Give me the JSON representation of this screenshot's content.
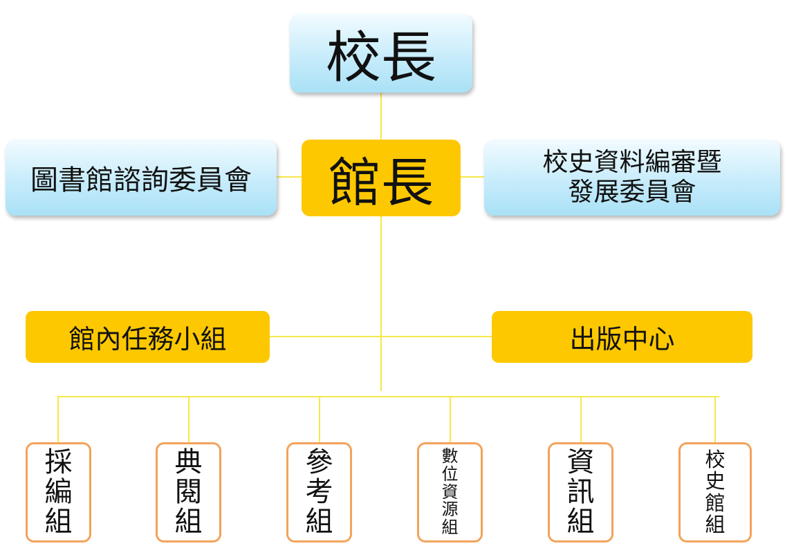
{
  "top": {
    "label": "校長"
  },
  "director": {
    "label": "館長"
  },
  "left_committee": {
    "label": "圖書館諮詢委員會"
  },
  "right_committee": {
    "line1": "校史資料編審暨",
    "line2": "發展委員會"
  },
  "task_force": {
    "label": "館內任務小組"
  },
  "publishing": {
    "label": "出版中心"
  },
  "units": [
    {
      "chars": [
        "採",
        "編",
        "組"
      ]
    },
    {
      "chars": [
        "典",
        "閱",
        "組"
      ]
    },
    {
      "chars": [
        "參",
        "考",
        "組"
      ]
    },
    {
      "chars": [
        "數",
        "位",
        "資",
        "源",
        "組"
      ]
    },
    {
      "chars": [
        "資",
        "訊",
        "組"
      ]
    },
    {
      "chars": [
        "校",
        "史",
        "館",
        "組"
      ]
    }
  ],
  "colors": {
    "connector": "#f5e84a",
    "gold": "#fdc800",
    "unit_border": "#f3a25a",
    "blue_box": "#c7ecfb"
  }
}
